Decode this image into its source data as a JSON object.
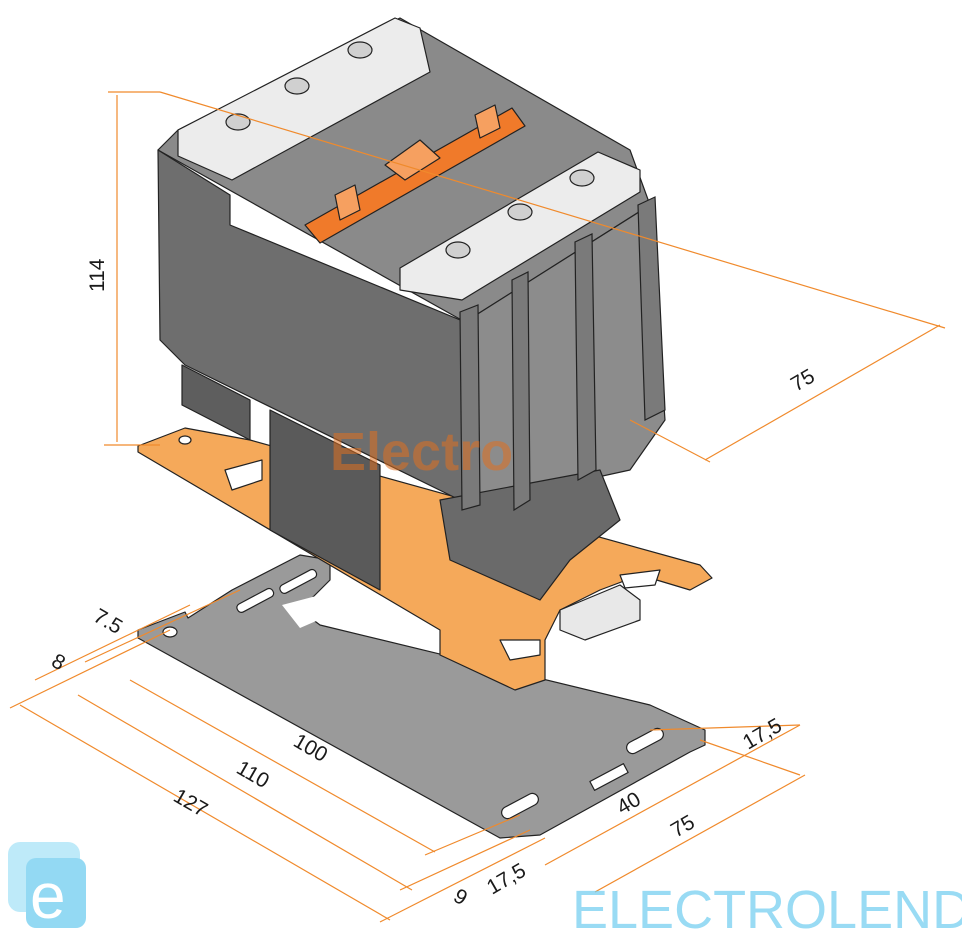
{
  "title": "Contactor mounting dimensions",
  "dimensions": {
    "height": "114",
    "depth_top": "75",
    "hole_offset": "7.5",
    "edge_offset": "8",
    "length_100": "100",
    "length_110": "110",
    "length_127": "127",
    "end_offset": "9",
    "slot_offset_left": "17,5",
    "slot_spacing": "40",
    "width_75": "75",
    "slot_offset_right": "17,5"
  },
  "watermarks": {
    "top": "Electro",
    "bottom": "ELECTROLEND",
    "bottom_icon": "e"
  },
  "colors": {
    "body": "#7a7a7a",
    "rail": "#f5a95a",
    "accent": "#f07a2a",
    "dimension": "#f08a2c",
    "watermark_blue": "#6fcdf0"
  }
}
